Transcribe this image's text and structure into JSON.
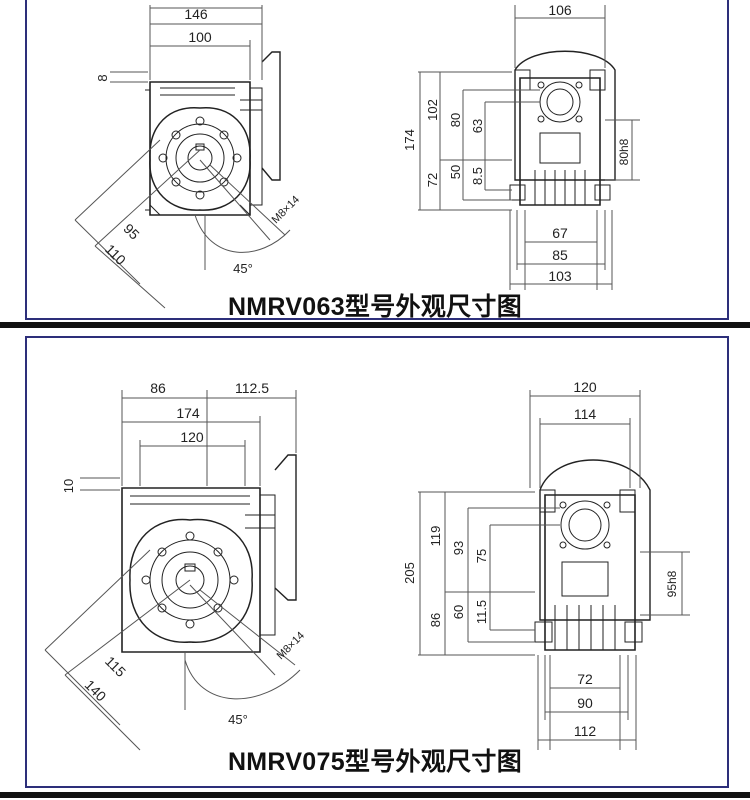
{
  "colors": {
    "frame": "#2d2f7a",
    "line": "#222222",
    "dim": "#555555",
    "separator": "#111111"
  },
  "top": {
    "caption": "NMRV063型号外观尺寸图",
    "dims": {
      "width_146": "146",
      "width_100": "100",
      "offset_8": "8",
      "diag_95": "95",
      "diag_110": "110",
      "bolt": "M8×14",
      "angle": "45°",
      "width_106": "106",
      "h_174": "174",
      "h_102": "102",
      "h_80": "80",
      "h_63": "63",
      "h_72": "72",
      "h_50": "50",
      "h_8_5": "8.5",
      "shaft": "80h8",
      "w_67": "67",
      "w_85": "85",
      "w_103": "103"
    }
  },
  "bottom": {
    "caption": "NMRV075型号外观尺寸图",
    "dims": {
      "width_86": "86",
      "width_112_5": "112.5",
      "width_174": "174",
      "width_120": "120",
      "offset_10": "10",
      "diag_115": "115",
      "diag_140": "140",
      "bolt": "M8×14",
      "angle": "45°",
      "width_120r": "120",
      "width_114": "114",
      "h_205": "205",
      "h_119": "119",
      "h_93": "93",
      "h_75": "75",
      "h_86": "86",
      "h_60": "60",
      "h_11_5": "11.5",
      "shaft": "95h8",
      "w_72": "72",
      "w_90": "90",
      "w_112": "112"
    }
  }
}
